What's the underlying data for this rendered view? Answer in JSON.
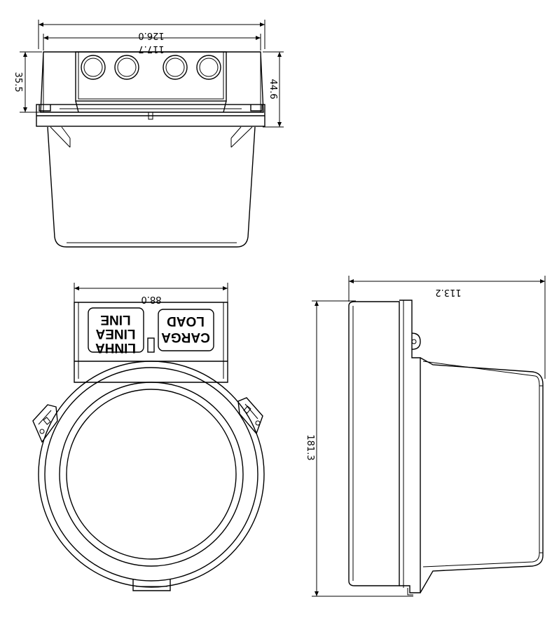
{
  "dimensions": {
    "top_overall_width": "126.0",
    "top_inner_width": "117.7",
    "top_left_height": "35.5",
    "top_right_height": "44.6",
    "front_width": "88.0",
    "side_depth": "113.2",
    "side_height": "181.3"
  },
  "labels": {
    "line_box": [
      "LINE",
      "LINEA",
      "LINHA"
    ],
    "load_box": [
      "LOAD",
      "CARGA"
    ]
  }
}
